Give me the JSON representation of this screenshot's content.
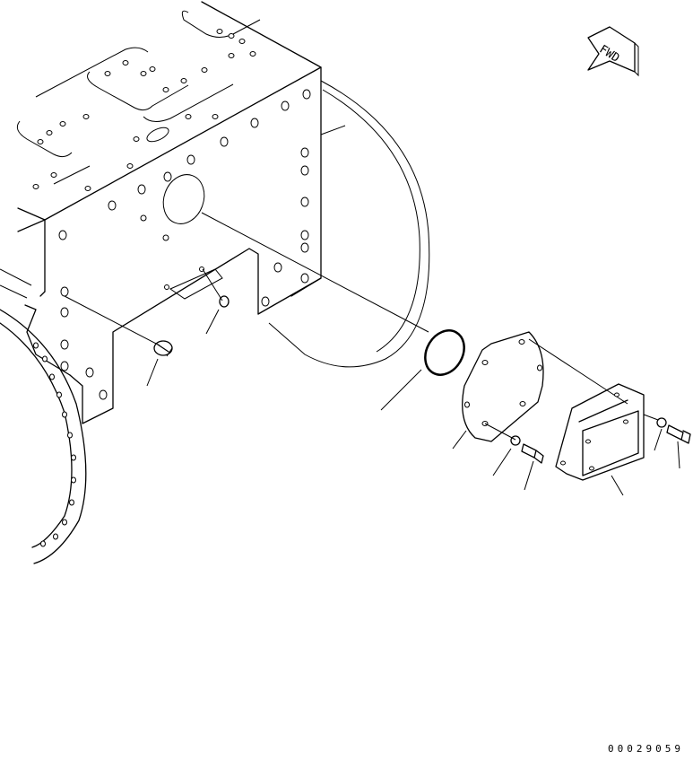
{
  "direction_marker": {
    "label": "FWD"
  },
  "figure_number": "00029059",
  "colors": {
    "line": "#000000",
    "background": "#ffffff"
  },
  "parts": [
    {
      "name": "frame"
    },
    {
      "name": "plug-left"
    },
    {
      "name": "plug-small"
    },
    {
      "name": "o-ring"
    },
    {
      "name": "cover-plate"
    },
    {
      "name": "washer-left"
    },
    {
      "name": "bolt-left"
    },
    {
      "name": "bracket-block"
    },
    {
      "name": "washer-right"
    },
    {
      "name": "bolt-right"
    }
  ]
}
